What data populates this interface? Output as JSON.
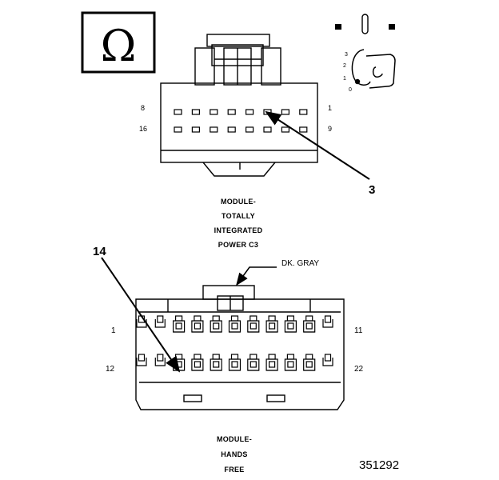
{
  "top_connector": {
    "name_lines": [
      "MODULE-",
      "TOTALLY",
      "INTEGRATED",
      "POWER C3"
    ],
    "pin_labels": {
      "top_left": "8",
      "top_right": "1",
      "bottom_left": "16",
      "bottom_right": "9"
    },
    "callout": "3",
    "omega_symbol": "Ω",
    "key_positions": [
      "3",
      "2",
      "1",
      "0"
    ]
  },
  "bottom_connector": {
    "color_label": "DK. GRAY",
    "name_lines": [
      "MODULE-",
      "HANDS",
      "FREE"
    ],
    "pin_labels": {
      "top_left": "1",
      "top_right": "11",
      "bottom_left": "12",
      "bottom_right": "22"
    },
    "callout": "14"
  },
  "figure_number": "351292",
  "icons": [
    "omega-symbol-icon",
    "ignition-key-icon",
    "connector-terminal-icon"
  ]
}
